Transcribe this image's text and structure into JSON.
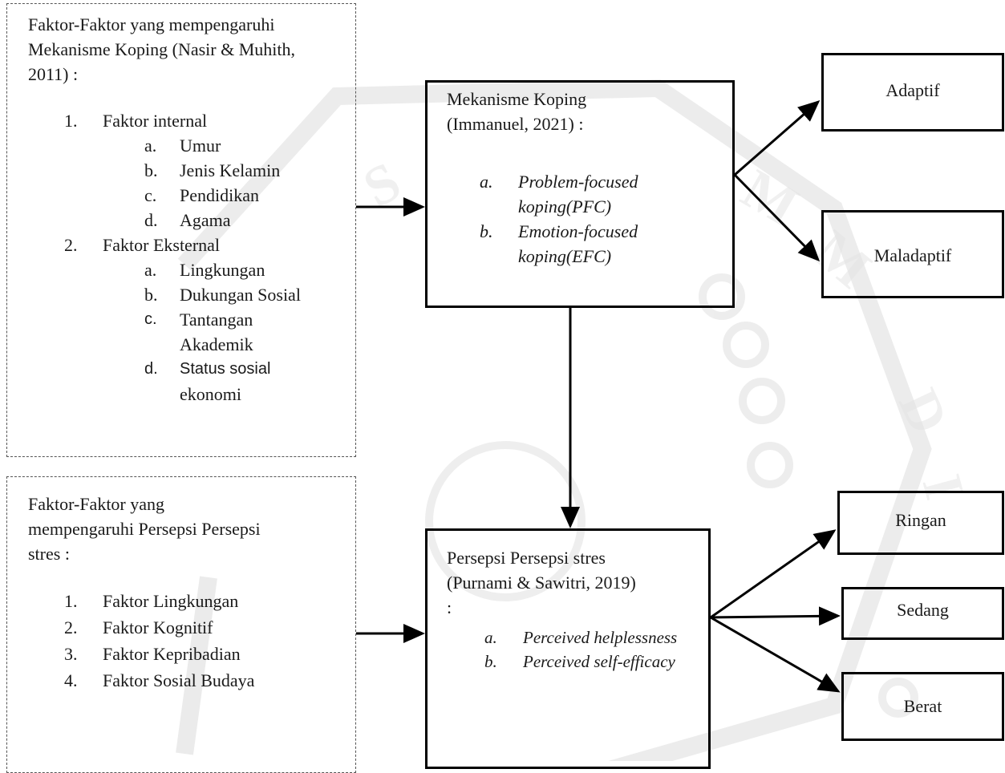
{
  "factors_coping": {
    "title_lines": [
      "Faktor-Faktor yang mempengaruhi",
      "Mekanisme Koping (Nasir & Muhith,",
      "2011)  :"
    ],
    "groups": [
      {
        "num": "1.",
        "label": "Faktor internal",
        "items": [
          {
            "letter": "a.",
            "text": "Umur"
          },
          {
            "letter": "b.",
            "text": "Jenis Kelamin"
          },
          {
            "letter": "c.",
            "text": "Pendidikan"
          },
          {
            "letter": "d.",
            "text": "Agama"
          }
        ]
      },
      {
        "num": "2.",
        "label": "Faktor Eksternal",
        "items": [
          {
            "letter": "a.",
            "text": "Lingkungan"
          },
          {
            "letter": "b.",
            "text": "Dukungan Sosial"
          },
          {
            "letter": "c.",
            "text": "Tantangan"
          },
          {
            "letter": "d.",
            "text": "Status sosial"
          }
        ],
        "continuations": [
          "Akademik",
          "ekonomi"
        ]
      }
    ]
  },
  "factors_stress": {
    "title_lines": [
      "Faktor-Faktor yang",
      "mempengaruhi Persepsi Persepsi",
      "stres  :"
    ],
    "items": [
      {
        "num": "1.",
        "text": "Faktor Lingkungan"
      },
      {
        "num": "2.",
        "text": "Faktor Kognitif"
      },
      {
        "num": "3.",
        "text": "Faktor Kepribadian"
      },
      {
        "num": "4.",
        "text": "Faktor Sosial Budaya"
      }
    ]
  },
  "coping_box": {
    "title_lines": [
      "Mekanisme Koping",
      "(Immanuel, 2021) :"
    ],
    "items": [
      {
        "letter": "a.",
        "lines": [
          "Problem-focused",
          "koping(PFC)"
        ]
      },
      {
        "letter": "b.",
        "lines": [
          "Emotion-focused",
          "koping(EFC)"
        ]
      }
    ]
  },
  "stress_box": {
    "title_lines": [
      "Persepsi Persepsi stres",
      "(Purnami & Sawitri, 2019)",
      ":"
    ],
    "items": [
      {
        "letter": "a.",
        "text": "Perceived helplessness"
      },
      {
        "letter": "b.",
        "text": "Perceived self-efficacy"
      }
    ]
  },
  "outcomes_coping": [
    "Adaptif",
    "Maladaptif"
  ],
  "outcomes_stress": [
    "Ringan",
    "Sedang",
    "Berat"
  ]
}
